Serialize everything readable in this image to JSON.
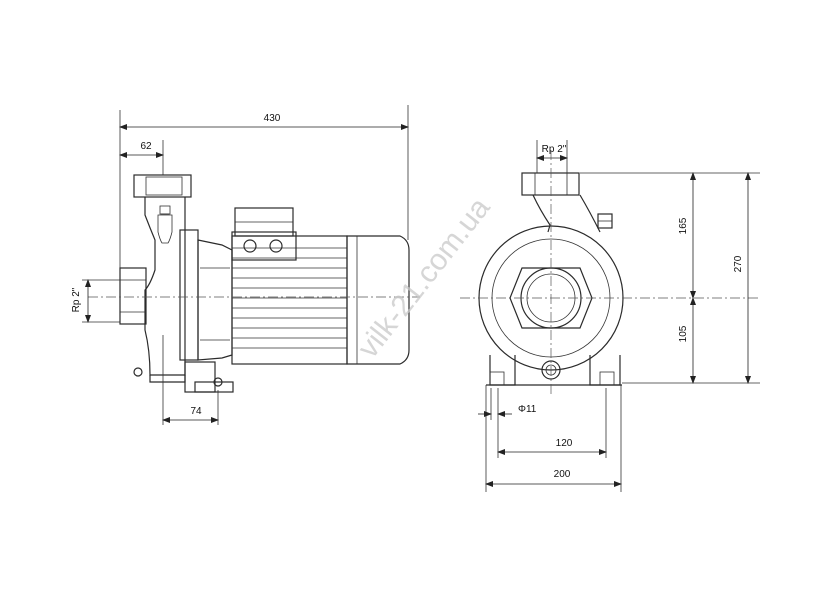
{
  "watermark": "vilk-21.com.ua",
  "dimensions": {
    "overall_length": "430",
    "inlet_offset": "62",
    "suction_thread_side": "Rp 2\"",
    "foot_length": "74",
    "discharge_thread": "Rp 2\"",
    "height_upper": "165",
    "height_lower": "105",
    "overall_height": "270",
    "hole_diameter": "Φ11",
    "foot_spacing": "120",
    "base_width": "200"
  }
}
